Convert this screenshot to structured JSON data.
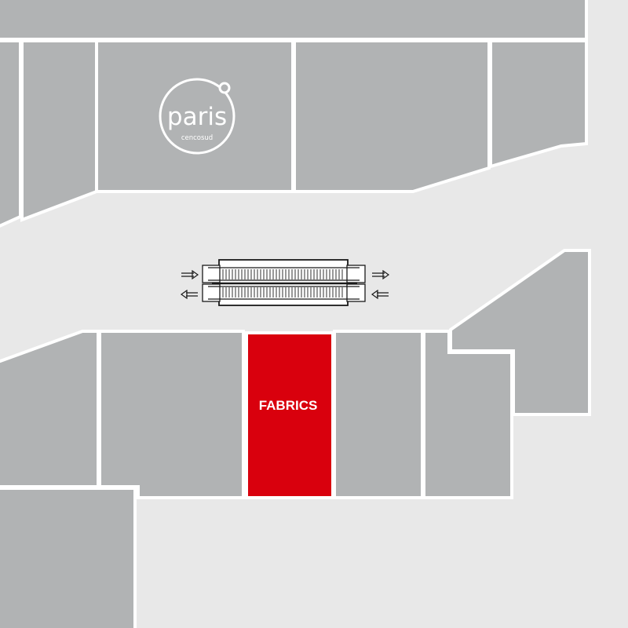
{
  "map": {
    "colors": {
      "background": "#e8e8e8",
      "store_fill": "#b1b3b4",
      "store_border": "#ffffff",
      "highlight_fill": "#d9000d",
      "escalator_line": "#1a1a1a"
    },
    "anchor_store": {
      "logo_text": "paris",
      "logo_subtext": "cencosud"
    },
    "highlighted_store": {
      "label": "FABRICS"
    },
    "escalator": {
      "icon": "escalator-icon",
      "directions": [
        "right",
        "right",
        "left",
        "left"
      ]
    }
  }
}
